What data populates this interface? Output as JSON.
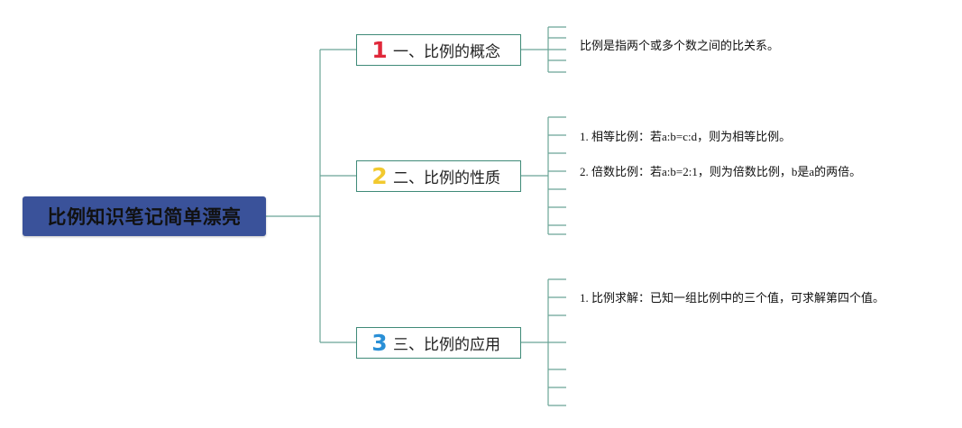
{
  "root": {
    "title": "比例知识笔记简单漂亮",
    "color": "#3a529a"
  },
  "branches": [
    {
      "number": "1",
      "number_color": "#e0283a",
      "number_icon": "number-one-icon",
      "title": "一、比例的概念",
      "notes": [
        "比例是指两个或多个数之间的比关系。"
      ]
    },
    {
      "number": "2",
      "number_color": "#f2c92e",
      "number_icon": "number-two-icon",
      "title": "二、比例的性质",
      "notes": [
        "1. 相等比例：若a:b=c:d，则为相等比例。",
        "2. 倍数比例：若a:b=2:1，则为倍数比例，b是a的两倍。"
      ]
    },
    {
      "number": "3",
      "number_color": "#2a8fd6",
      "number_icon": "number-three-icon",
      "title": "三、比例的应用",
      "notes": [
        "1. 比例求解：已知一组比例中的三个值，可求解第四个值。"
      ]
    }
  ],
  "connector_color": "#6aa596"
}
